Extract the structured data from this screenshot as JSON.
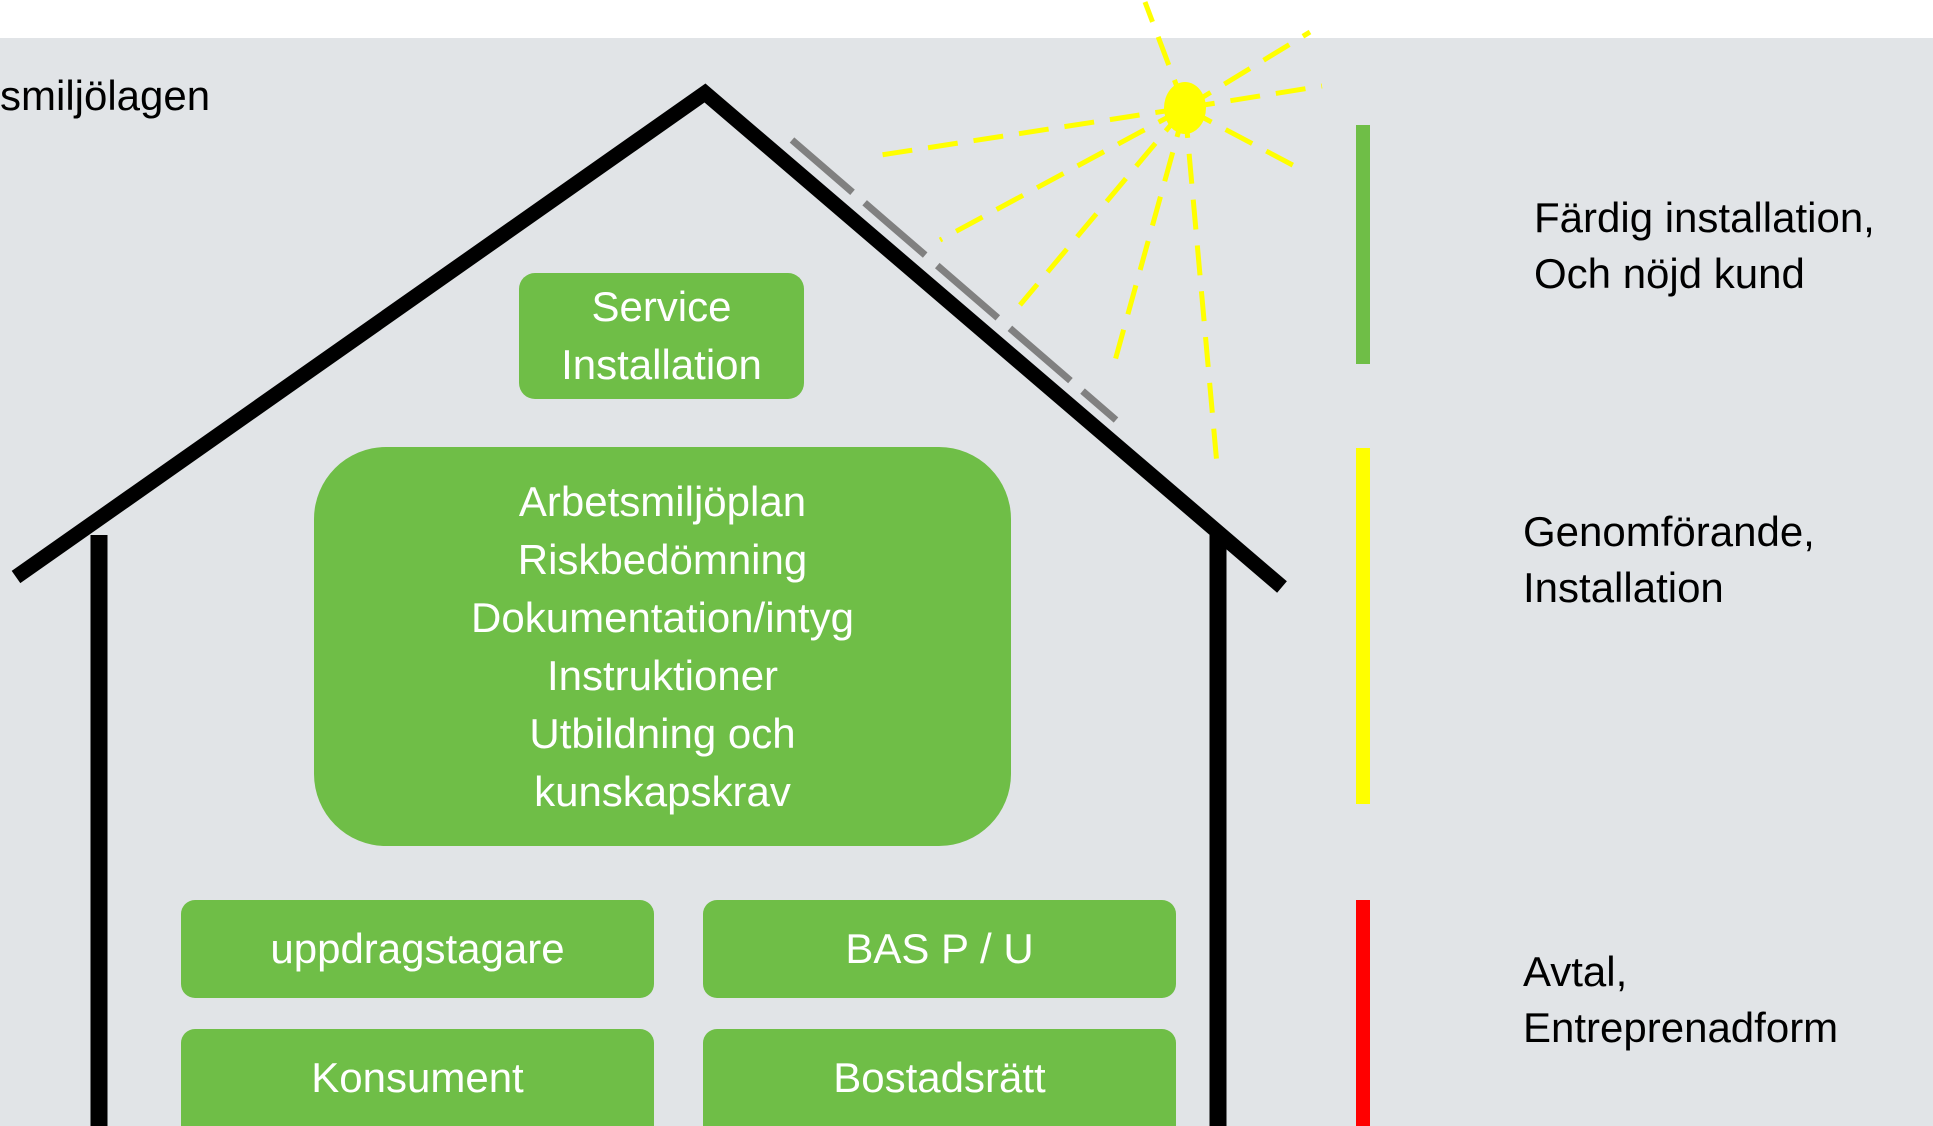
{
  "title_fragment": "smiljölagen",
  "house": {
    "top_box": [
      "Service",
      "Installation"
    ],
    "middle_box": [
      "Arbetsmiljöplan",
      "Riskbedömning",
      "Dokumentation/intyg",
      "Instruktioner",
      "Utbildning och",
      "kunskapskrav"
    ],
    "bottom_boxes": [
      "uppdragstagare",
      "BAS P / U",
      "Konsument",
      "Bostadsrätt"
    ]
  },
  "phases": [
    {
      "color": "#6fbe47",
      "lines": [
        "Färdig installation,",
        "Och nöjd kund"
      ]
    },
    {
      "color": "#ffff00",
      "lines": [
        "Genomförande,",
        "Installation"
      ]
    },
    {
      "color": "#ff0000",
      "lines": [
        "Avtal,",
        "Entreprenadform"
      ]
    }
  ],
  "colors": {
    "box_green": "#6fbe47",
    "background": "#e1e4e7",
    "sun": "#ffff00",
    "panel": "#808080"
  }
}
